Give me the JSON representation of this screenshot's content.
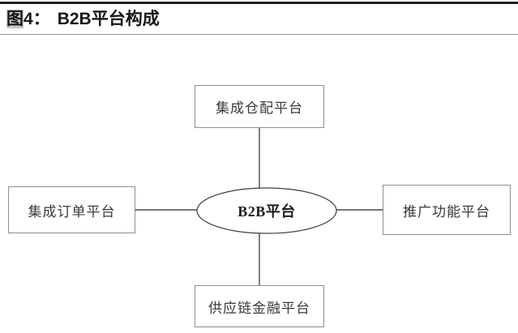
{
  "header": {
    "figure_label_cjk": "图",
    "figure_number": "4",
    "figure_colon": "：",
    "title": "B2B平台构成",
    "rule_color_top": "#231f20",
    "rule_color_bottom": "#9a9a9a"
  },
  "diagram": {
    "type": "hub-and-spoke",
    "center": {
      "id": "center",
      "shape": "ellipse",
      "label": "B2B平台"
    },
    "nodes": [
      {
        "id": "top",
        "shape": "rect",
        "label": "集成仓配平台",
        "position": "top"
      },
      {
        "id": "left",
        "shape": "rect",
        "label": "集成订单平台",
        "position": "left"
      },
      {
        "id": "right",
        "shape": "rect",
        "label": "推广功能平台",
        "position": "right"
      },
      {
        "id": "bottom",
        "shape": "rect",
        "label": "供应链金融平台",
        "position": "bottom"
      }
    ],
    "edges": [
      {
        "from": "top",
        "to": "center",
        "style": "solid"
      },
      {
        "from": "left",
        "to": "center",
        "style": "solid"
      },
      {
        "from": "right",
        "to": "center",
        "style": "solid"
      },
      {
        "from": "bottom",
        "to": "center",
        "style": "solid"
      }
    ],
    "colors": {
      "node_border": "#8d8d8d",
      "node_fill": "#ffffff",
      "edge": "#4a4a4a",
      "ellipse_border": "#3d3d3d",
      "node_text": "#3a3a3a",
      "center_text": "#1d1d1d",
      "background": "#ffffff"
    }
  }
}
